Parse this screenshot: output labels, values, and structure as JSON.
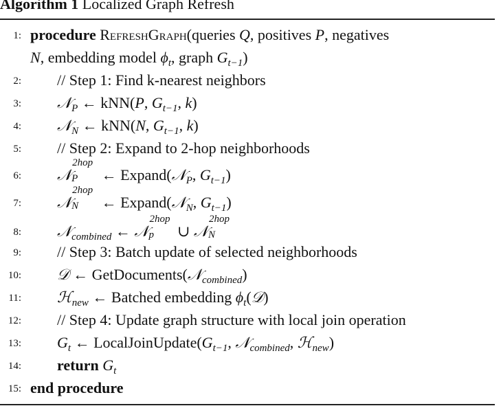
{
  "algorithm": {
    "label": "Algorithm 1",
    "title": "Localized Graph Refresh"
  },
  "lines": [
    {
      "num": "1:",
      "kw_procedure": "procedure",
      "name": "RefreshGraph",
      "args_a": "(queries ",
      "Q": "Q",
      "args_b": ", positives ",
      "P": "P",
      "args_c": ", negatives"
    },
    {
      "N": "N",
      "cont_a": ", embedding model ",
      "phi": "ϕ",
      "phi_sub": "t",
      "cont_b": ", graph ",
      "G": "G",
      "G_sub": "t−1",
      "cont_c": ")"
    },
    {
      "num": "2:",
      "text": "// Step 1: Find k-nearest neighbors"
    },
    {
      "num": "3:",
      "lhs": "𝒩",
      "lhs_sub": "P",
      "arrow": " ← kNN(",
      "a1": "P",
      "sep1": ", ",
      "g": "G",
      "g_sub": "t−1",
      "sep2": ", ",
      "k": "k",
      "close": ")"
    },
    {
      "num": "4:",
      "lhs": "𝒩",
      "lhs_sub": "N",
      "arrow": " ← kNN(",
      "a1": "N",
      "sep1": ", ",
      "g": "G",
      "g_sub": "t−1",
      "sep2": ", ",
      "k": "k",
      "close": ")"
    },
    {
      "num": "5:",
      "text": "// Step 2: Expand to 2-hop neighborhoods"
    },
    {
      "num": "6:",
      "lhs": "𝒩",
      "lhs_sup": "2hop",
      "lhs_sub": "P",
      "arrow": " ← Expand(",
      "a1": "𝒩",
      "a1_sub": "P",
      "sep1": ", ",
      "g": "G",
      "g_sub": "t−1",
      "close": ")"
    },
    {
      "num": "7:",
      "lhs": "𝒩",
      "lhs_sup": "2hop",
      "lhs_sub": "N",
      "arrow": " ← Expand(",
      "a1": "𝒩",
      "a1_sub": "N",
      "sep1": ", ",
      "g": "G",
      "g_sub": "t−1",
      "close": ")"
    },
    {
      "num": "8:",
      "lhs": "𝒩",
      "lhs_sub": "combined",
      "arrow": " ← ",
      "t1": "𝒩",
      "t1_sup": "2hop",
      "t1_sub": "p",
      "union": " ∪ ",
      "t2": "𝒩",
      "t2_sup": "2hop",
      "t2_sub": "N"
    },
    {
      "num": "9:",
      "text": "// Step 3: Batch update of selected neighborhoods"
    },
    {
      "num": "10:",
      "lhs": "𝒟",
      "arrow": " ← GetDocuments(",
      "a1": "𝒩",
      "a1_sub": "combined",
      "close": ")"
    },
    {
      "num": "11:",
      "lhs": "ℋ",
      "lhs_sub": "new",
      "arrow": " ← Batched embedding ",
      "phi": "ϕ",
      "phi_sub": "t",
      "open": "(",
      "a1": "𝒟",
      "close": ")"
    },
    {
      "num": "12:",
      "text": "// Step 4: Update graph structure with local join operation"
    },
    {
      "num": "13:",
      "lhs": "G",
      "lhs_sub": "t",
      "arrow": " ← LocalJoinUpdate(",
      "g": "G",
      "g_sub": "t−1",
      "sep1": ", ",
      "a1": "𝒩",
      "a1_sub": "combined",
      "sep2": ", ",
      "a2": "ℋ",
      "a2_sub": "new",
      "close": ")"
    },
    {
      "num": "14:",
      "kw_return": "return",
      "sp": " ",
      "ret": "G",
      "ret_sub": "t"
    },
    {
      "num": "15:",
      "kw_end": "end procedure"
    }
  ]
}
